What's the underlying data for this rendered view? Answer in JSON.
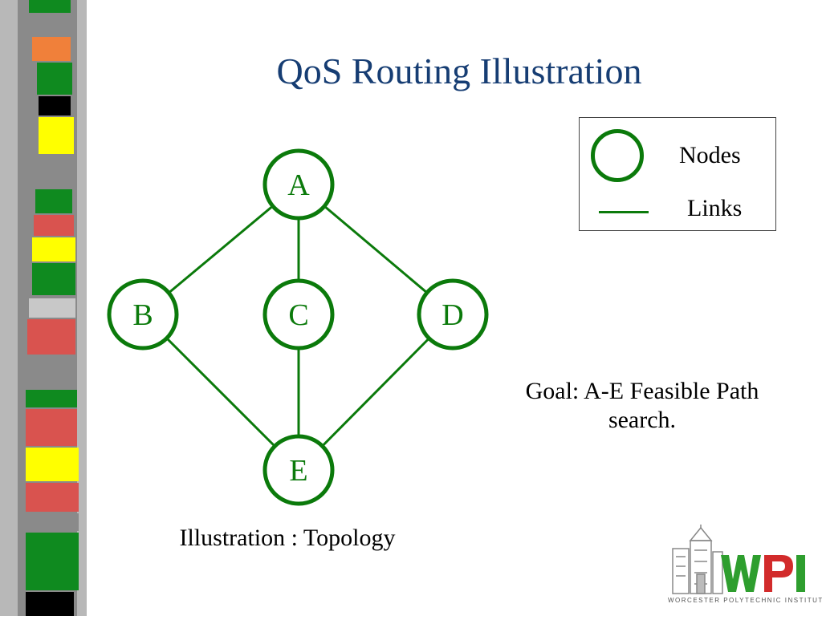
{
  "slide": {
    "title": "QoS Routing Illustration",
    "caption": "Illustration : Topology"
  },
  "legend": {
    "nodes_label": "Nodes",
    "links_label": "Links"
  },
  "goal": {
    "line1": "Goal: A-E Feasible Path",
    "line2": "search."
  },
  "topology": {
    "nodes": [
      {
        "id": "A",
        "label": "A"
      },
      {
        "id": "B",
        "label": "B"
      },
      {
        "id": "C",
        "label": "C"
      },
      {
        "id": "D",
        "label": "D"
      },
      {
        "id": "E",
        "label": "E"
      }
    ],
    "links": [
      {
        "from": "A",
        "to": "B"
      },
      {
        "from": "A",
        "to": "C"
      },
      {
        "from": "A",
        "to": "D"
      },
      {
        "from": "B",
        "to": "E"
      },
      {
        "from": "C",
        "to": "E"
      },
      {
        "from": "D",
        "to": "E"
      }
    ]
  },
  "logo": {
    "wordmark": "WPI",
    "tagline": "WORCESTER POLYTECHNIC INSTITUTE"
  },
  "colors": {
    "node_green": "#0b7a0b",
    "title_blue": "#163d73",
    "logo_green": "#2e9e2e",
    "logo_red": "#d22b2b"
  }
}
